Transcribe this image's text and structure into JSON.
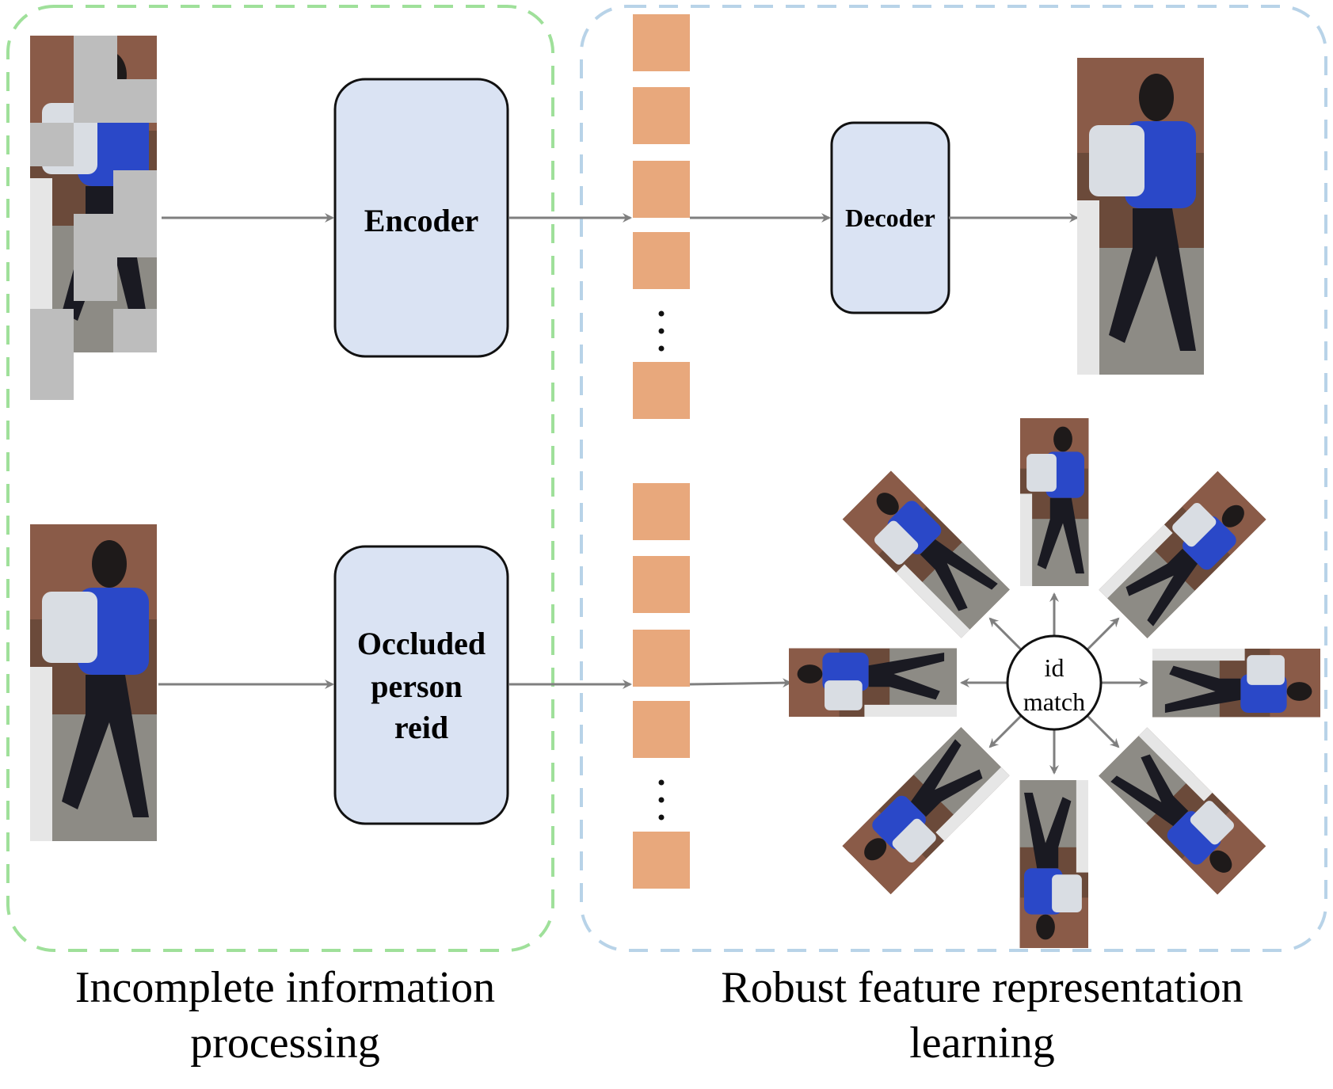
{
  "panels": {
    "left_caption": [
      "Incomplete information",
      "processing"
    ],
    "right_caption": [
      "Robust feature representation",
      "learning"
    ]
  },
  "modules": {
    "encoder": "Encoder",
    "decoder": "Decoder",
    "reid": [
      "Occluded",
      "person",
      "reid"
    ]
  },
  "center_node": [
    "id",
    "match"
  ],
  "colors": {
    "left_border": "#9fe09a",
    "right_border": "#b8d3e8",
    "module_fill": "#dae3f3",
    "feature_block": "#e8a87c",
    "arrow": "#7f7f7f",
    "occlusion": "#bdbdbd",
    "jacket": "#2a48c8",
    "pants": "#1a1a22",
    "backpack": "#d9dde3",
    "background_wall": "#6b4a3a"
  }
}
